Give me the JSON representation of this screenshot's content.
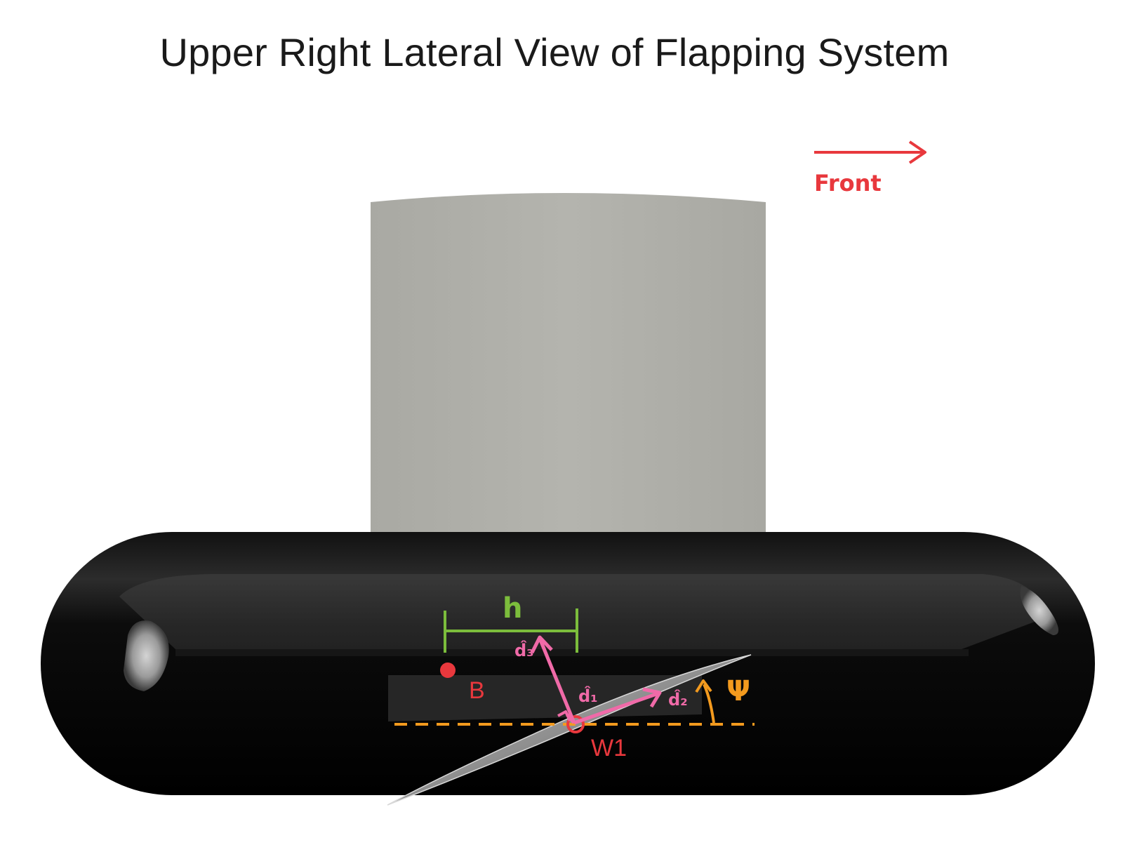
{
  "title": "Upper Right Lateral View of Flapping System",
  "labels": {
    "front": "Front",
    "h": "h",
    "B": "B",
    "W1": "W1",
    "psi": "Ψ",
    "d1": "d̂₁",
    "d2": "d̂₂",
    "d3": "d̂₃"
  },
  "colors": {
    "front_arrow": "#e8383d",
    "point_label": "#e8383d",
    "h_dimension": "#7cbd3c",
    "unit_vectors": "#f06aa8",
    "angle_psi": "#f39a1e",
    "mast": "#b1b1ab",
    "body": "#050505",
    "wing": "#9a9a9a"
  },
  "icons": {
    "front_arrow": "arrow-right-icon"
  }
}
